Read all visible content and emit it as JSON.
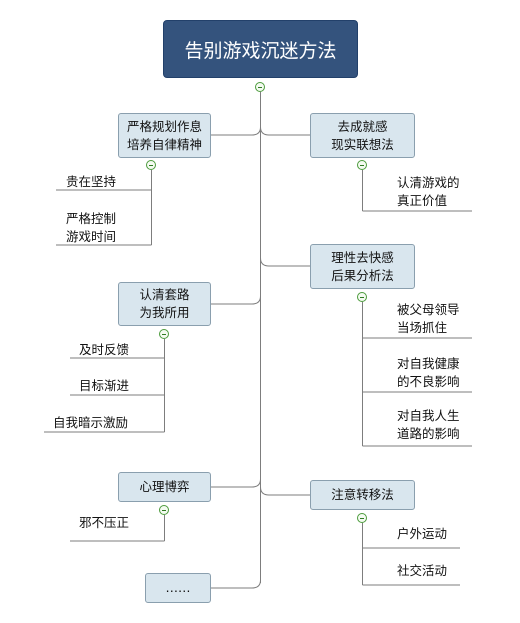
{
  "root": {
    "title": "告别游戏沉迷方法"
  },
  "left": [
    {
      "lines": [
        "严格规划作息",
        "培养自律精神"
      ],
      "children": [
        [
          "贵在坚持"
        ],
        [
          "严格控制",
          "游戏时间"
        ]
      ]
    },
    {
      "lines": [
        "认清套路",
        "为我所用"
      ],
      "children": [
        [
          "及时反馈"
        ],
        [
          "目标渐进"
        ],
        [
          "自我暗示激励"
        ]
      ]
    },
    {
      "lines": [
        "心理博弈"
      ],
      "children": [
        [
          "邪不压正"
        ]
      ]
    },
    {
      "lines": [
        "……"
      ],
      "children": []
    }
  ],
  "right": [
    {
      "lines": [
        "去成就感",
        "现实联想法"
      ],
      "children": [
        [
          "认清游戏的",
          "真正价值"
        ]
      ]
    },
    {
      "lines": [
        "理性去快感",
        "后果分析法"
      ],
      "children": [
        [
          "被父母领导",
          "当场抓住"
        ],
        [
          "对自我健康",
          "的不良影响"
        ],
        [
          "对自我人生",
          "道路的影响"
        ]
      ]
    },
    {
      "lines": [
        "注意转移法"
      ],
      "children": [
        [
          "户外运动"
        ],
        [
          "社交活动"
        ]
      ]
    }
  ],
  "colors": {
    "root_fill": "#34537d",
    "node_fill": "#d9e6ee",
    "line": "#7d7d7d",
    "toggle": "#4c9b3c"
  }
}
